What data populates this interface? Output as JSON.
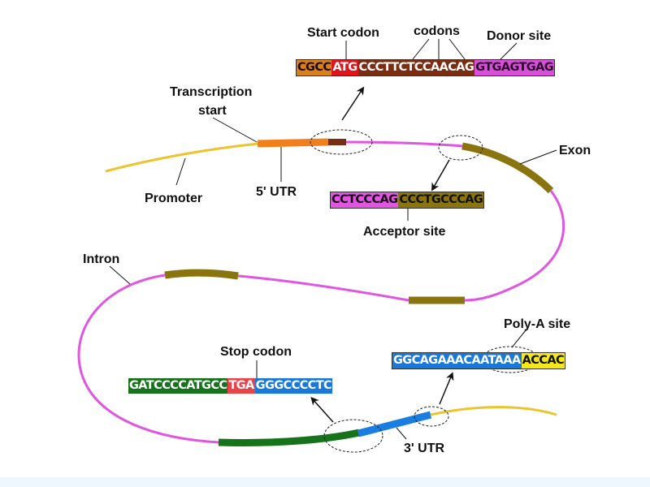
{
  "labels": {
    "start_codon": "Start codon",
    "codons": "codons",
    "donor_site": "Donor site",
    "transcription_start_line1": "Transcription",
    "transcription_start_line2": "start",
    "promoter": "Promoter",
    "utr5": "5' UTR",
    "exon": "Exon",
    "acceptor_site": "Acceptor site",
    "intron": "Intron",
    "stop_codon": "Stop codon",
    "polya_site": "Poly-A site",
    "utr3": "3' UTR"
  },
  "sequences": {
    "start_region": [
      {
        "text": "CGCC",
        "bg": "#d9801a",
        "fg": "#1a0a00",
        "role": "5-utr"
      },
      {
        "text": "ATG",
        "bg": "#e0141b",
        "fg": "#ffffff",
        "role": "start-codon"
      },
      {
        "text": "CCCTTCTCCAACAG",
        "bg": "#7a2d10",
        "fg": "#ffffff",
        "role": "coding"
      },
      {
        "text": "GTGAGTGAG",
        "bg": "#d94fd9",
        "fg": "#2a0a2a",
        "role": "intron-donor"
      }
    ],
    "acceptor_region": [
      {
        "text": "CCTCCCAG",
        "bg": "#e056e0",
        "fg": "#1a0a1a",
        "role": "intron"
      },
      {
        "text": "CCCTGCCCAG",
        "bg": "#8a7410",
        "fg": "#111111",
        "role": "exon"
      }
    ],
    "stop_region": [
      {
        "text": "GATCCCCATGCC",
        "bg": "#16731b",
        "fg": "#ffffff",
        "role": "coding"
      },
      {
        "text": "TGA",
        "bg": "#e8444a",
        "fg": "#ffffff",
        "role": "stop-codon"
      },
      {
        "text": "GGGCCCCTC",
        "bg": "#1a78d8",
        "fg": "#ffffff",
        "role": "3-utr"
      }
    ],
    "polya_region": [
      {
        "text": "GGCAGAAACAATAAA",
        "bg": "#1a78d8",
        "fg": "#ffffff",
        "role": "3-utr"
      },
      {
        "text": "ACCAC",
        "bg": "#f5e81a",
        "fg": "#111111",
        "role": "downstream"
      }
    ]
  },
  "colors": {
    "promoter": "#e9c630",
    "utr5": "#f07f1c",
    "start_coding": "#7a2d10",
    "intron": "#e056e0",
    "exon": "#8a7410",
    "coding_end": "#16731b",
    "utr3": "#1a7ee0",
    "downstream": "#e9c630"
  }
}
